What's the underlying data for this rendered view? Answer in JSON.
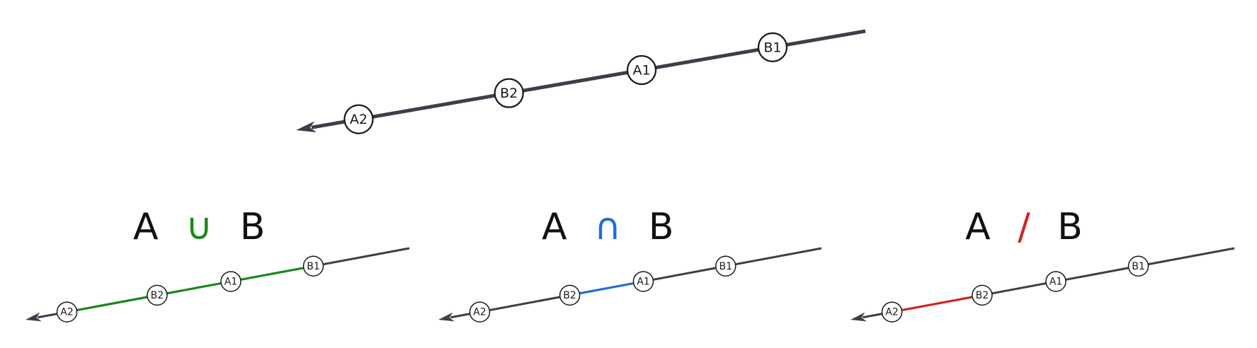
{
  "diagram": {
    "line_color": "#3b3f48",
    "markers": [
      {
        "id": "a2",
        "label": "A2"
      },
      {
        "id": "b2",
        "label": "B2"
      },
      {
        "id": "a1",
        "label": "A1"
      },
      {
        "id": "b1",
        "label": "B1"
      }
    ],
    "panels": [
      {
        "id": "union",
        "left": "A",
        "symbol": "∪",
        "right": "B",
        "symbol_color": "#188a18",
        "highlight_from": "a2",
        "highlight_to": "b1"
      },
      {
        "id": "intersection",
        "left": "A",
        "symbol": "∩",
        "right": "B",
        "symbol_color": "#1f6fd6",
        "highlight_from": "b2",
        "highlight_to": "a1"
      },
      {
        "id": "difference",
        "left": "A",
        "symbol": "/",
        "right": "B",
        "symbol_color": "#d42222",
        "highlight_from": "a2",
        "highlight_to": "b2"
      }
    ]
  }
}
